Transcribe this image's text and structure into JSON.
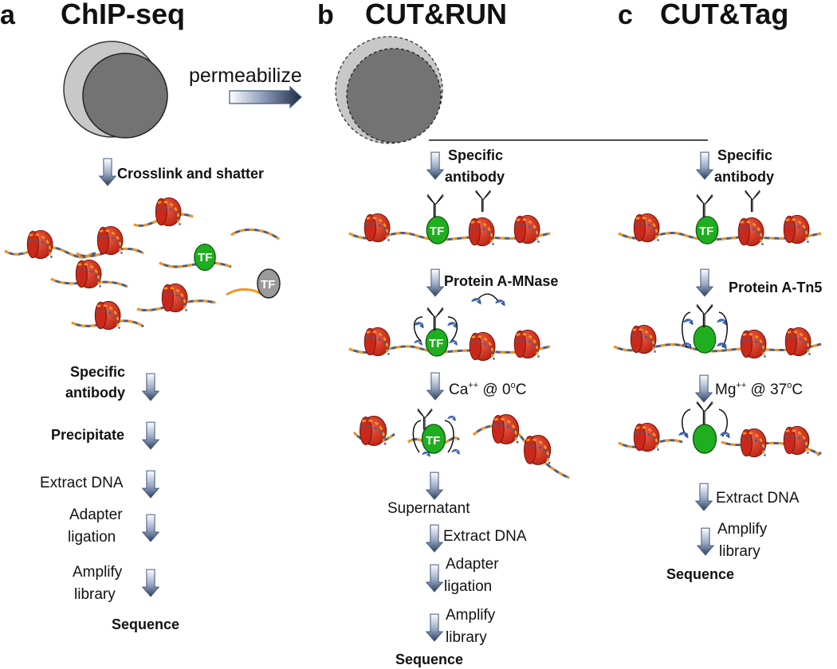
{
  "panels": [
    {
      "letter": "a",
      "title": "ChIP-seq"
    },
    {
      "letter": "b",
      "title": "CUT&RUN"
    },
    {
      "letter": "c",
      "title": "CUT&Tag"
    }
  ],
  "permeabilize": "permeabilize",
  "tf_label": "TF",
  "chip_steps": {
    "crosslink": "Crosslink and shatter",
    "antibody_1": "Specific",
    "antibody_2": "antibody",
    "precipitate": "Precipitate",
    "extract": "Extract DNA",
    "adapter_1": "Adapter",
    "adapter_2": "ligation",
    "amplify_1": "Amplify",
    "amplify_2": "library",
    "sequence": "Sequence"
  },
  "cutrun_steps": {
    "antibody_1": "Specific",
    "antibody_2": "antibody",
    "protein": "Protein A-MNase",
    "ion": "Ca",
    "ion_sup": "++",
    "temp_pre": " @ 0",
    "temp_sup": "o",
    "temp_unit": "C",
    "supernatant": "Supernatant",
    "extract": "Extract DNA",
    "adapter_1": "Adapter",
    "adapter_2": "ligation",
    "amplify_1": "Amplify",
    "amplify_2": "library",
    "sequence": "Sequence"
  },
  "cuttag_steps": {
    "antibody_1": "Specific",
    "antibody_2": "antibody",
    "protein": "Protein A-Tn5",
    "ion": "Mg",
    "ion_sup": "++",
    "temp_pre": " @ 37",
    "temp_sup": "o",
    "temp_unit": "C",
    "extract": "Extract DNA",
    "amplify_1": "Amplify",
    "amplify_2": "library",
    "sequence": "Sequence"
  },
  "colors": {
    "nucleosome": "#d9301f",
    "nucleosome_dark": "#9a1a0e",
    "dna_blue": "#4a5f86",
    "dna_orange": "#f29520",
    "tf_green": "#1fae1f",
    "tf_gray": "#9a9a9a",
    "protein_a": "#3f6fc8",
    "cell_outer": "#c8c8c8",
    "cell_inner": "#737373"
  }
}
